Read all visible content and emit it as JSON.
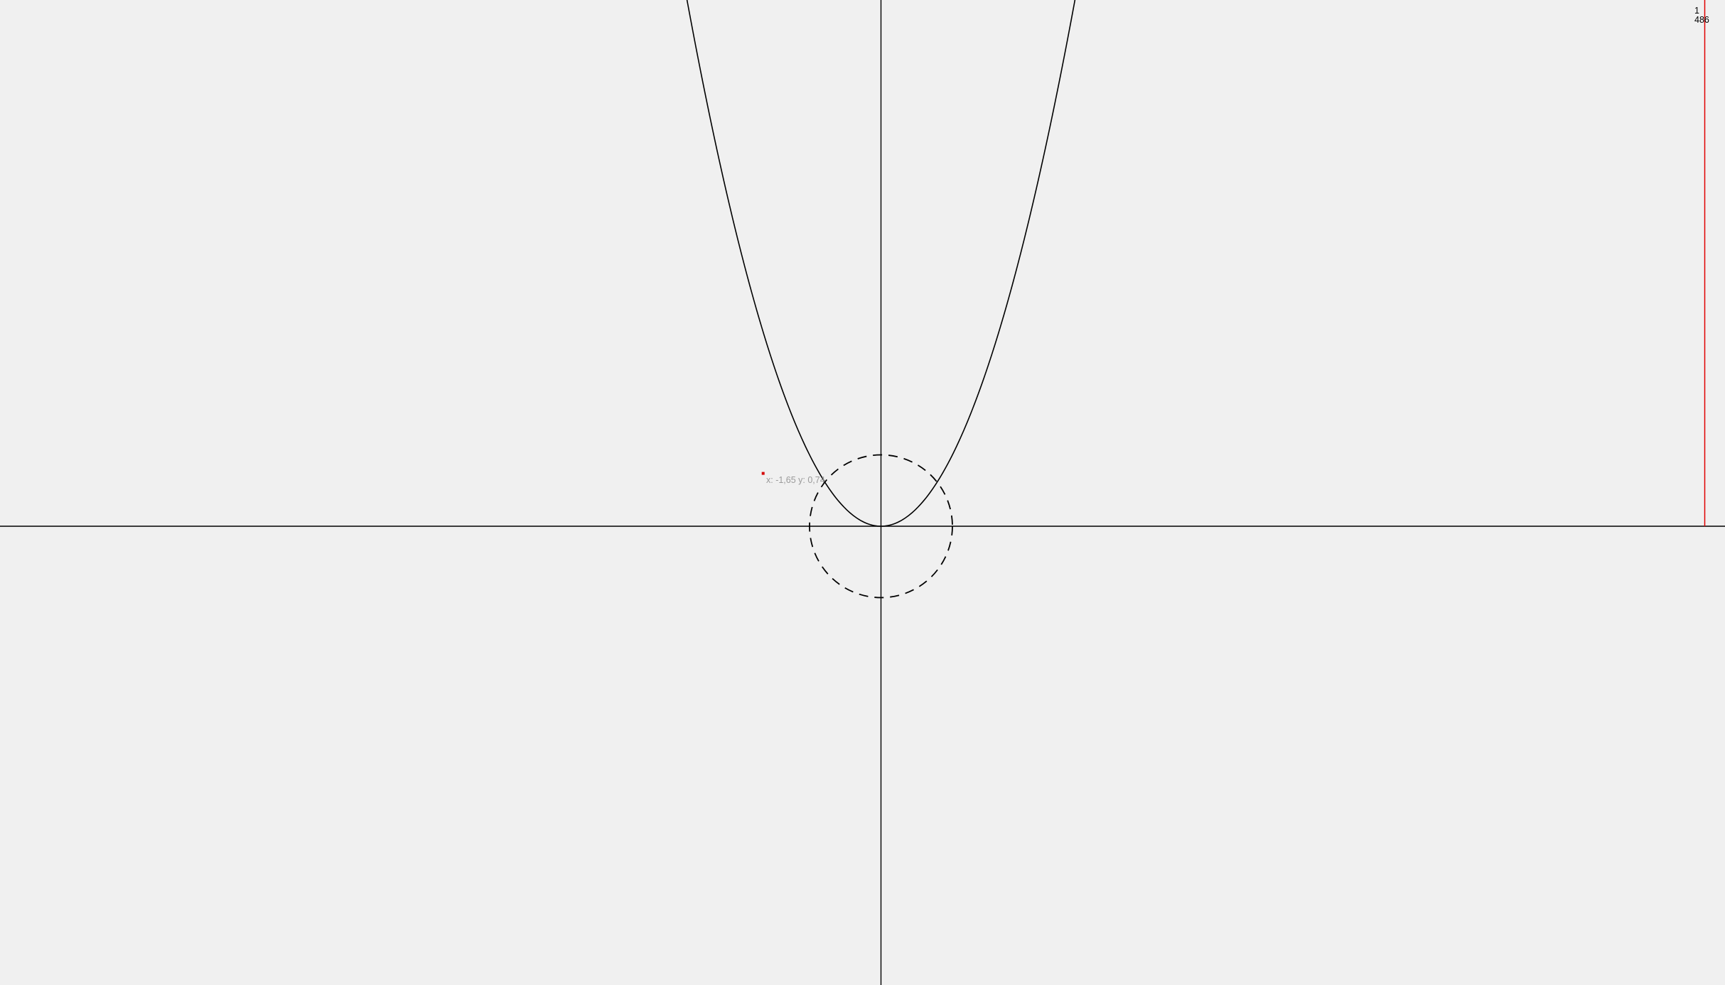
{
  "colors": {
    "background": "#f0f0f0",
    "axes": "#000000",
    "curve": "#000000",
    "indicator": "#e00000",
    "point": "#d40000",
    "readout": "#9a9a9a"
  },
  "graph": {
    "parabola": {
      "a": 1,
      "x_min": -2.9,
      "x_max": 2.9
    },
    "circle": {
      "cx": 0,
      "cy": 0,
      "r": 1,
      "style": "dashed"
    },
    "point": {
      "x": -1.65,
      "y": 0.74
    }
  },
  "readout": {
    "coordinates": "x: -1,65 y: 0,74"
  },
  "corner": {
    "line1": "1",
    "line2": "486"
  }
}
